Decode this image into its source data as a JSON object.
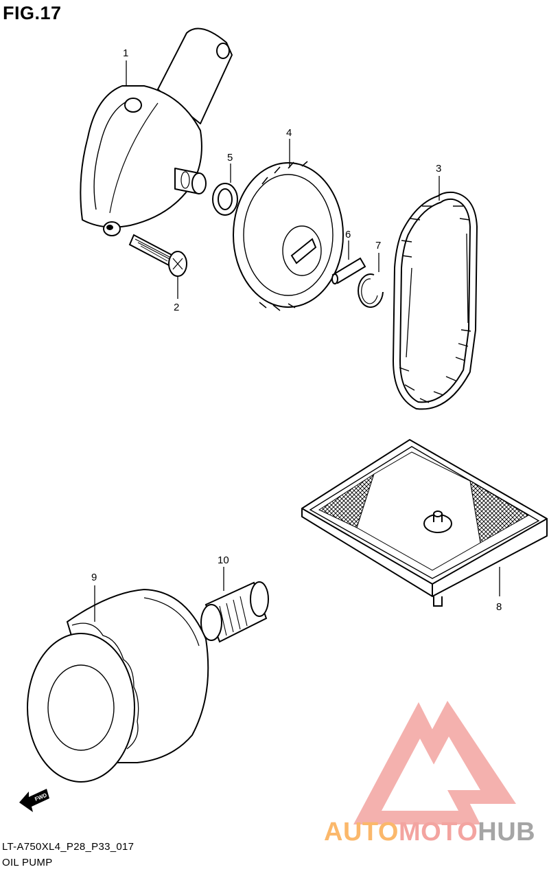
{
  "figure": {
    "title": "FIG.17",
    "code": "LT-A750XL4_P28_P33_017",
    "name": "OIL PUMP"
  },
  "callouts": {
    "c1": "1",
    "c2": "2",
    "c3": "3",
    "c4": "4",
    "c5": "5",
    "c6": "6",
    "c7": "7",
    "c8": "8",
    "c9": "9",
    "c10": "10"
  },
  "fwd_arrow": {
    "label": "FWD"
  },
  "watermark": {
    "part1": "AUTO",
    "part2": "MOTO",
    "part3": "HUB",
    "colors": {
      "auto": "#fbb86b",
      "moto": "#f3a4a0",
      "hub": "#a5a5a5",
      "logo": "#f3a4a0"
    }
  }
}
